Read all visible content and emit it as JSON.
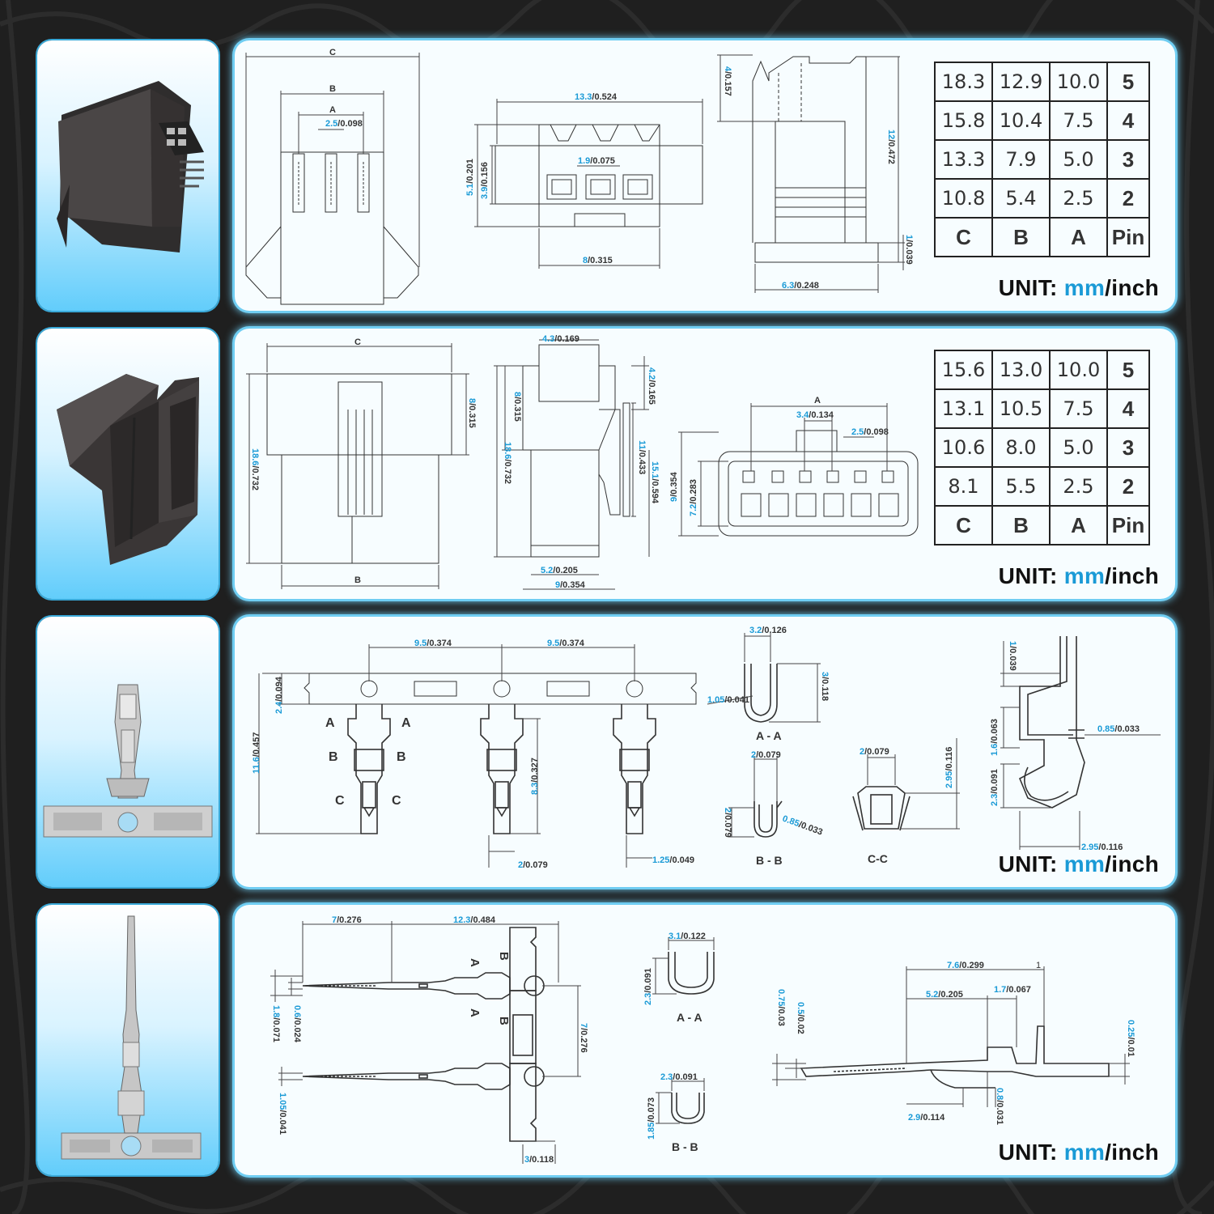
{
  "unit_label": {
    "prefix": "UNIT: ",
    "mm": "mm",
    "rest": "/inch"
  },
  "tables": [
    {
      "header": [
        "C",
        "B",
        "A",
        "Pin"
      ],
      "rows": [
        [
          "18.3",
          "12.9",
          "10.0",
          "5"
        ],
        [
          "15.8",
          "10.4",
          "7.5",
          "4"
        ],
        [
          "13.3",
          "7.9",
          "5.0",
          "3"
        ],
        [
          "10.8",
          "5.4",
          "2.5",
          "2"
        ]
      ]
    },
    {
      "header": [
        "C",
        "B",
        "A",
        "Pin"
      ],
      "rows": [
        [
          "15.6",
          "13.0",
          "10.0",
          "5"
        ],
        [
          "13.1",
          "10.5",
          "7.5",
          "4"
        ],
        [
          "10.6",
          "8.0",
          "5.0",
          "3"
        ],
        [
          "8.1",
          "5.5",
          "2.5",
          "2"
        ]
      ]
    }
  ],
  "panel1": {
    "labels": {
      "c": "C",
      "b": "B",
      "a": "A"
    },
    "dims": [
      {
        "mm": "2.5",
        "in": "/0.098"
      },
      {
        "mm": "13.3",
        "in": "/0.524"
      },
      {
        "mm": "1.9",
        "in": "/0.075"
      },
      {
        "mm": "5.1",
        "in": "/0.201"
      },
      {
        "mm": "3.9",
        "in": "/0.156"
      },
      {
        "mm": "8",
        "in": "/0.315"
      },
      {
        "mm": "4",
        "in": "/0.157"
      },
      {
        "mm": "12",
        "in": "/0.472"
      },
      {
        "mm": "1",
        "in": "/0.039"
      },
      {
        "mm": "6.3",
        "in": "/0.248"
      }
    ]
  },
  "panel2": {
    "labels": {
      "c": "C",
      "b": "B",
      "a": "A"
    },
    "dims": [
      {
        "mm": "18.6",
        "in": "/0.732"
      },
      {
        "mm": "8",
        "in": "/0.315"
      },
      {
        "mm": "4.3",
        "in": "/0.169"
      },
      {
        "mm": "8",
        "in": "/0.315"
      },
      {
        "mm": "18.6",
        "in": "/0.732"
      },
      {
        "mm": "4.2",
        "in": "/0.165"
      },
      {
        "mm": "11",
        "in": "/0.433"
      },
      {
        "mm": "15.1",
        "in": "/0.594"
      },
      {
        "mm": "5.2",
        "in": "/0.205"
      },
      {
        "mm": "9",
        "in": "/0.354"
      },
      {
        "mm": "3.4",
        "in": "/0.134"
      },
      {
        "mm": "2.5",
        "in": "/0.098"
      },
      {
        "mm": "9",
        "in": "/0.354"
      },
      {
        "mm": "7.2",
        "in": "/0.283"
      }
    ]
  },
  "panel3": {
    "section_letters": [
      "A",
      "A",
      "B",
      "B",
      "C",
      "C"
    ],
    "section_titles": [
      "A - A",
      "B - B",
      "C-C"
    ],
    "dims": [
      {
        "mm": "9.5",
        "in": "/0.374"
      },
      {
        "mm": "9.5",
        "in": "/0.374"
      },
      {
        "mm": "2.4",
        "in": "/0.094"
      },
      {
        "mm": "11.6",
        "in": "/0.457"
      },
      {
        "mm": "8.3",
        "in": "/0.327"
      },
      {
        "mm": "2",
        "in": "/0.079"
      },
      {
        "mm": "1.25",
        "in": "/0.049"
      },
      {
        "mm": "3.2",
        "in": "/0.126"
      },
      {
        "mm": "1.05",
        "in": "/0.041"
      },
      {
        "mm": "3",
        "in": "/0.118"
      },
      {
        "mm": "2",
        "in": "/0.079"
      },
      {
        "mm": "2",
        "in": "/0.079"
      },
      {
        "mm": "0.85",
        "in": "/0.033"
      },
      {
        "mm": "2",
        "in": "/0.079"
      },
      {
        "mm": "2.95",
        "in": "/0.116"
      },
      {
        "mm": "1",
        "in": "/0.039"
      },
      {
        "mm": "0.85",
        "in": "/0.033"
      },
      {
        "mm": "1.6",
        "in": "/0.063"
      },
      {
        "mm": "2.3",
        "in": "/0.091"
      },
      {
        "mm": "2.95",
        "in": "/0.116"
      }
    ]
  },
  "panel4": {
    "section_letters": [
      "A",
      "A",
      "B",
      "B"
    ],
    "section_titles": [
      "A - A",
      "B - B"
    ],
    "dims": [
      {
        "mm": "7",
        "in": "/0.276"
      },
      {
        "mm": "12.3",
        "in": "/0.484"
      },
      {
        "mm": "1.8",
        "in": "/0.071"
      },
      {
        "mm": "0.6",
        "in": "/0.024"
      },
      {
        "mm": "7",
        "in": "/0.276"
      },
      {
        "mm": "1.05",
        "in": "/0.041"
      },
      {
        "mm": "3",
        "in": "/0.118"
      },
      {
        "mm": "3.1",
        "in": "/0.122"
      },
      {
        "mm": "2.3",
        "in": "/0.091"
      },
      {
        "mm": "2.3",
        "in": "/0.091"
      },
      {
        "mm": "1.85",
        "in": "/0.073"
      },
      {
        "mm": "7.6",
        "in": "/0.299"
      },
      {
        "mm": "5.2",
        "in": "/0.205"
      },
      {
        "mm": "1.7",
        "in": "/0.067"
      },
      {
        "mm": "0.75",
        "in": "/0.03"
      },
      {
        "mm": "0.5",
        "in": "/0.02"
      },
      {
        "mm": "0.25",
        "in": "/0.01"
      },
      {
        "mm": "2.9",
        "in": "/0.114"
      },
      {
        "mm": "0.8",
        "in": "/0.031"
      },
      {
        "mm": "1",
        "in": ""
      }
    ]
  }
}
